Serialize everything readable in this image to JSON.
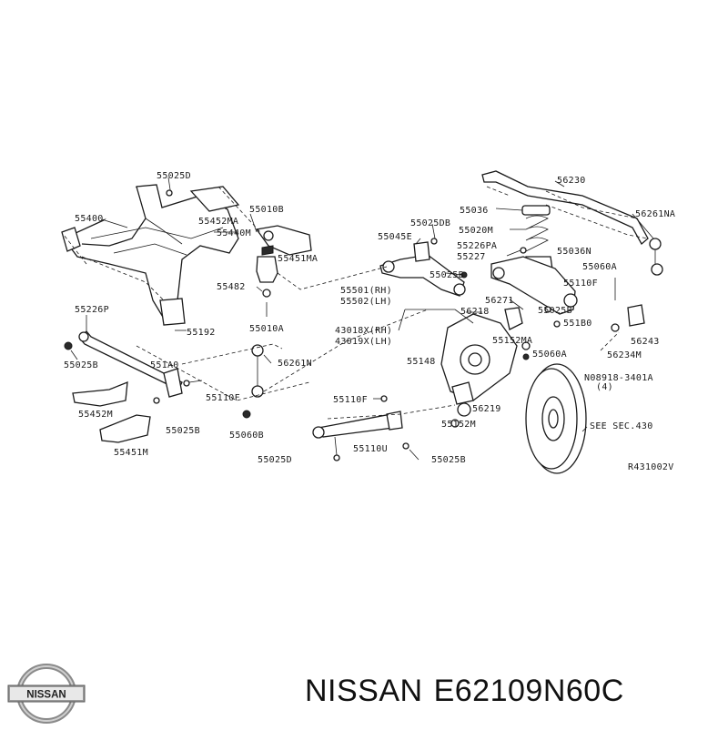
{
  "diagram": {
    "reference_code": "R431002V",
    "labels": [
      {
        "id": "55400",
        "text": "55400"
      },
      {
        "id": "55452MA",
        "text": "55452MA"
      },
      {
        "id": "55010B",
        "text": "55010B"
      },
      {
        "id": "55440M",
        "text": "55440M"
      },
      {
        "id": "55451MA",
        "text": "55451MA"
      },
      {
        "id": "55482",
        "text": "55482"
      },
      {
        "id": "55010A",
        "text": "55010A"
      },
      {
        "id": "55192",
        "text": "55192"
      },
      {
        "id": "55226P",
        "text": "55226P"
      },
      {
        "id": "55025B-left",
        "text": "55025B"
      },
      {
        "id": "551A0",
        "text": "551A0"
      },
      {
        "id": "55110F-left",
        "text": "55110F"
      },
      {
        "id": "55452M",
        "text": "55452M"
      },
      {
        "id": "55025B-2",
        "text": "55025B"
      },
      {
        "id": "55451M",
        "text": "55451M"
      },
      {
        "id": "56261N",
        "text": "56261N"
      },
      {
        "id": "55060B",
        "text": "55060B"
      },
      {
        "id": "55025D",
        "text": "55025D"
      },
      {
        "id": "55110U",
        "text": "55110U"
      },
      {
        "id": "55025B-3",
        "text": "55025B"
      },
      {
        "id": "55110F-mid",
        "text": "55110F"
      },
      {
        "id": "55045E",
        "text": "55045E"
      },
      {
        "id": "55025DB",
        "text": "55025DB"
      },
      {
        "id": "55501RH",
        "text": "55501(RH)"
      },
      {
        "id": "55502LH",
        "text": "55502(LH)"
      },
      {
        "id": "43018X",
        "text": "43018X(RH)"
      },
      {
        "id": "43019X",
        "text": "43019X(LH)"
      },
      {
        "id": "55148",
        "text": "55148"
      },
      {
        "id": "56218",
        "text": "56218"
      },
      {
        "id": "55152M",
        "text": "55152M"
      },
      {
        "id": "56219",
        "text": "56219"
      },
      {
        "id": "55152MA",
        "text": "55152MA"
      },
      {
        "id": "55060A-1",
        "text": "55060A"
      },
      {
        "id": "56271",
        "text": "56271"
      },
      {
        "id": "55025B-4",
        "text": "55025B"
      },
      {
        "id": "55036-top",
        "text": "55036"
      },
      {
        "id": "55020M",
        "text": "55020M"
      },
      {
        "id": "55226PA",
        "text": "55226PA"
      },
      {
        "id": "55227",
        "text": "55227"
      },
      {
        "id": "55025B-5",
        "text": "55025B"
      },
      {
        "id": "55036N",
        "text": "55036N"
      },
      {
        "id": "55060A-2",
        "text": "55060A"
      },
      {
        "id": "55110F-right",
        "text": "55110F"
      },
      {
        "id": "551B0",
        "text": "551B0"
      },
      {
        "id": "56230",
        "text": "56230"
      },
      {
        "id": "56261NA",
        "text": "56261NA"
      },
      {
        "id": "56243",
        "text": "56243"
      },
      {
        "id": "56234M",
        "text": "56234M"
      },
      {
        "id": "08918",
        "text": "N08918-3401A"
      },
      {
        "id": "qty4",
        "text": "(4)"
      },
      {
        "id": "seesec",
        "text": "SEE SEC.430"
      },
      {
        "id": "55025D-top",
        "text": "55025D"
      }
    ]
  },
  "footer": {
    "brand": "NISSAN",
    "part_number": "E62109N60C",
    "logo_text": "NISSAN"
  }
}
